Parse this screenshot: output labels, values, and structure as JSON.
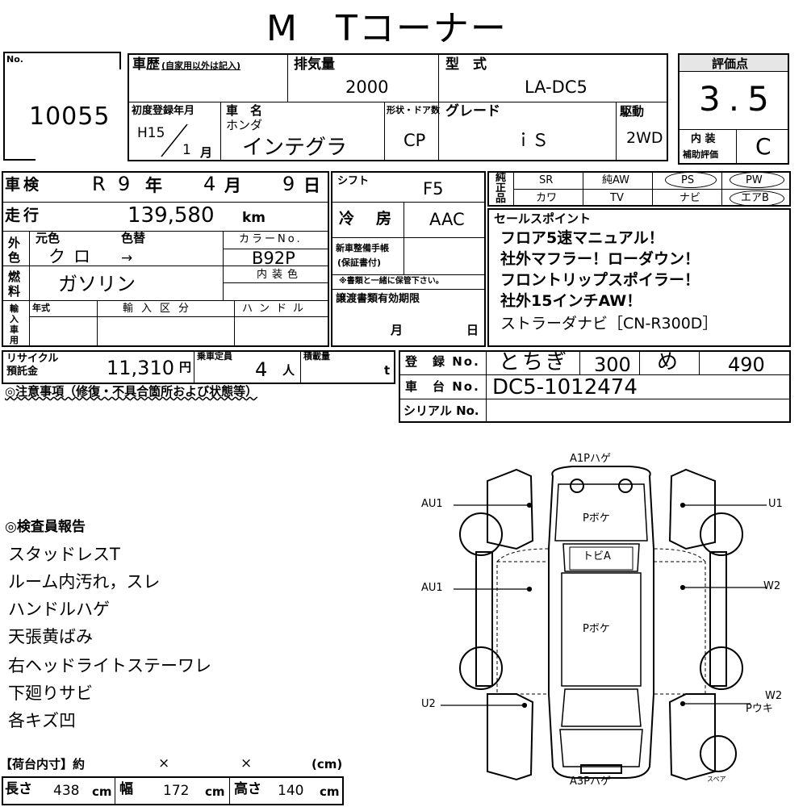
{
  "title": "M　Tコーナー",
  "header": {
    "no_label": "No.",
    "no_value": "10055",
    "history_label": "車歴",
    "history_note": "(自家用以外は記入)",
    "displacement_label": "排気量",
    "displacement_value": "2000",
    "model_label": "型　式",
    "model_value": "LA-DC5",
    "first_reg_label": "初度登録年月",
    "first_reg_year": "H15",
    "first_reg_month": "1",
    "month_unit": "月",
    "car_name_label": "車　名",
    "maker": "ホンダ",
    "car_name": "インテグラ",
    "shape_label": "形状・ドア数",
    "shape_value": "CP",
    "grade_label": "グレード",
    "grade_value": "ｉＳ",
    "drive_label": "駆動",
    "drive_value": "2WD",
    "rating_label": "評価点",
    "rating_value": "3.5",
    "interior_label_1": "内 装",
    "interior_label_2": "補助評価",
    "interior_value": "C"
  },
  "inspection": {
    "label": "車検",
    "era": "R",
    "year": "9",
    "year_unit": "年",
    "month": "4",
    "month_unit": "月",
    "day": "9",
    "day_unit": "日"
  },
  "shift": {
    "label": "シフト",
    "value": "F5"
  },
  "mileage": {
    "label": "走行",
    "value": "139,580",
    "unit": "km"
  },
  "aircon": {
    "label": "冷　房",
    "value": "AAC"
  },
  "color": {
    "side_label": "外色",
    "orig_label": "元色",
    "change_label": "色替",
    "orig_value": "クロ",
    "arrow": "→",
    "code_label": "カラーNo.",
    "code_value": "B92P",
    "interior_label": "内装色"
  },
  "fuel": {
    "label": "燃料",
    "value": "ガソリン"
  },
  "warranty": {
    "label_1": "新車整備手帳",
    "label_2": "(保証書付)",
    "note": "※書類と一緒に保管下さい。"
  },
  "import": {
    "side_label": "輸入車用",
    "year_label": "年式",
    "class_label": "輸入区分",
    "handle_label": "ハンドル"
  },
  "transfer": {
    "label": "譲渡書類有効期限",
    "month_unit": "月",
    "day_unit": "日"
  },
  "equipment": {
    "side_label": "純正品",
    "items": [
      "SR",
      "純AW",
      "PS",
      "PW",
      "カワ",
      "TV",
      "ナビ",
      "エアB"
    ],
    "circled": [
      "PS",
      "PW",
      "エアB"
    ]
  },
  "sales": {
    "label": "セールスポイント",
    "lines": [
      "フロア5速マニュアル！",
      "社外マフラー！ローダウン！",
      "フロントリップスポイラー！",
      "社外15インチAW！",
      "ストラーダナビ［CN-R300D］"
    ]
  },
  "recycle": {
    "label_1": "リサイクル",
    "label_2": "預託金",
    "value": "11,310",
    "unit": "円"
  },
  "capacity": {
    "label": "乗車定員",
    "value": "4",
    "unit": "人"
  },
  "load": {
    "label": "積載量",
    "unit": "t"
  },
  "registration": {
    "label": "登　録 No.",
    "region": "とちぎ",
    "class_no": "300",
    "kana": "め",
    "number": "490"
  },
  "chassis": {
    "label": "車　台 No.",
    "value": "DC5-1012474"
  },
  "serial": {
    "label": "シリアル No."
  },
  "caution": "◎注意事項（修復・不具合箇所および状態等）",
  "inspector": {
    "heading": "◎検査員報告",
    "items": [
      "スタッドレスT",
      "ルーム内汚れ，スレ",
      "ハンドルハゲ",
      "天張黄ばみ",
      "右ヘッドライトステーワレ",
      "下廻りサビ",
      "各キズ凹"
    ]
  },
  "cargo": {
    "heading": "【荷台内寸】約",
    "x1": "×",
    "x2": "×",
    "unit_paren": "(cm)",
    "length_label": "長さ",
    "length_value": "438",
    "width_label": "幅",
    "width_value": "172",
    "height_label": "高さ",
    "height_value": "140",
    "cm": "cm"
  },
  "diagram": {
    "top": "A1Pハゲ",
    "bottom": "A3Pハゲ",
    "hood": "Pボケ",
    "windshield": "トビA",
    "roof": "Pボケ",
    "left_front": "AU1",
    "left_mid": "AU1",
    "left_rear": "U2",
    "right_front": "U1",
    "right_mid": "W2",
    "right_rear": "W2",
    "right_rear_2": "Pウキ",
    "spare": "スペア"
  }
}
